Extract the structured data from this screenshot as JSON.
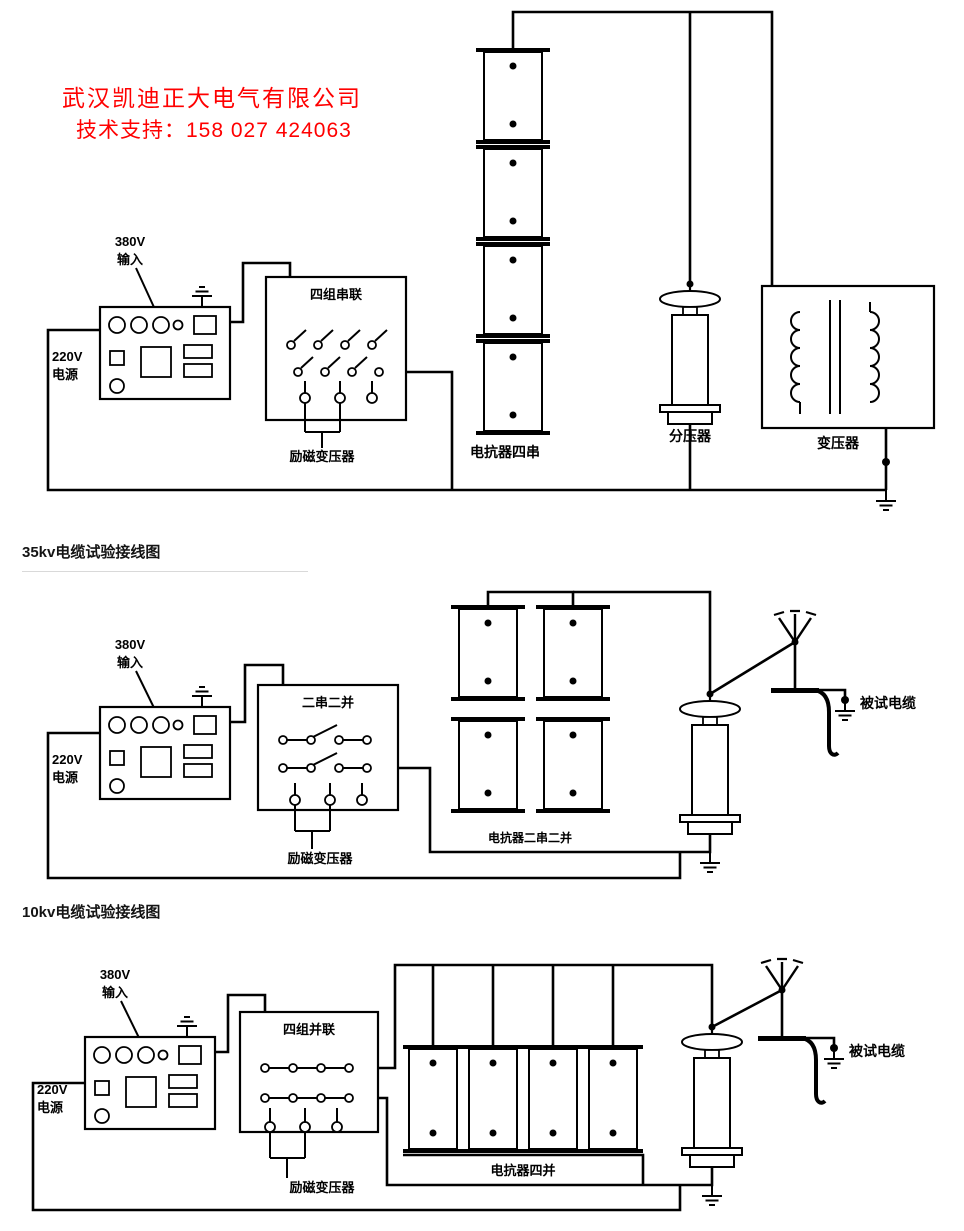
{
  "header": {
    "company": "武汉凯迪正大电气有限公司",
    "support": "技术支持：158 027 424063"
  },
  "shared_labels": {
    "v380_line1": "380V",
    "v380_line2": "输入",
    "v220_line1": "220V",
    "v220_line2": "电源",
    "excitation_transformer": "励磁变压器",
    "cable_under_test": "被试电缆"
  },
  "diagram_top": {
    "switch_config": "四组串联",
    "reactor_label": "电抗器四串",
    "divider_label": "分压器",
    "transformer_label": "变压器"
  },
  "diagram_35kv": {
    "title": "35kv电缆试验接线图",
    "switch_config": "二串二并",
    "reactor_label": "电抗器二串二并"
  },
  "diagram_10kv": {
    "title": "10kv电缆试验接线图",
    "switch_config": "四组并联",
    "reactor_label": "电抗器四并"
  },
  "colors": {
    "accent_red": "#ff0000",
    "ink": "#000000"
  }
}
